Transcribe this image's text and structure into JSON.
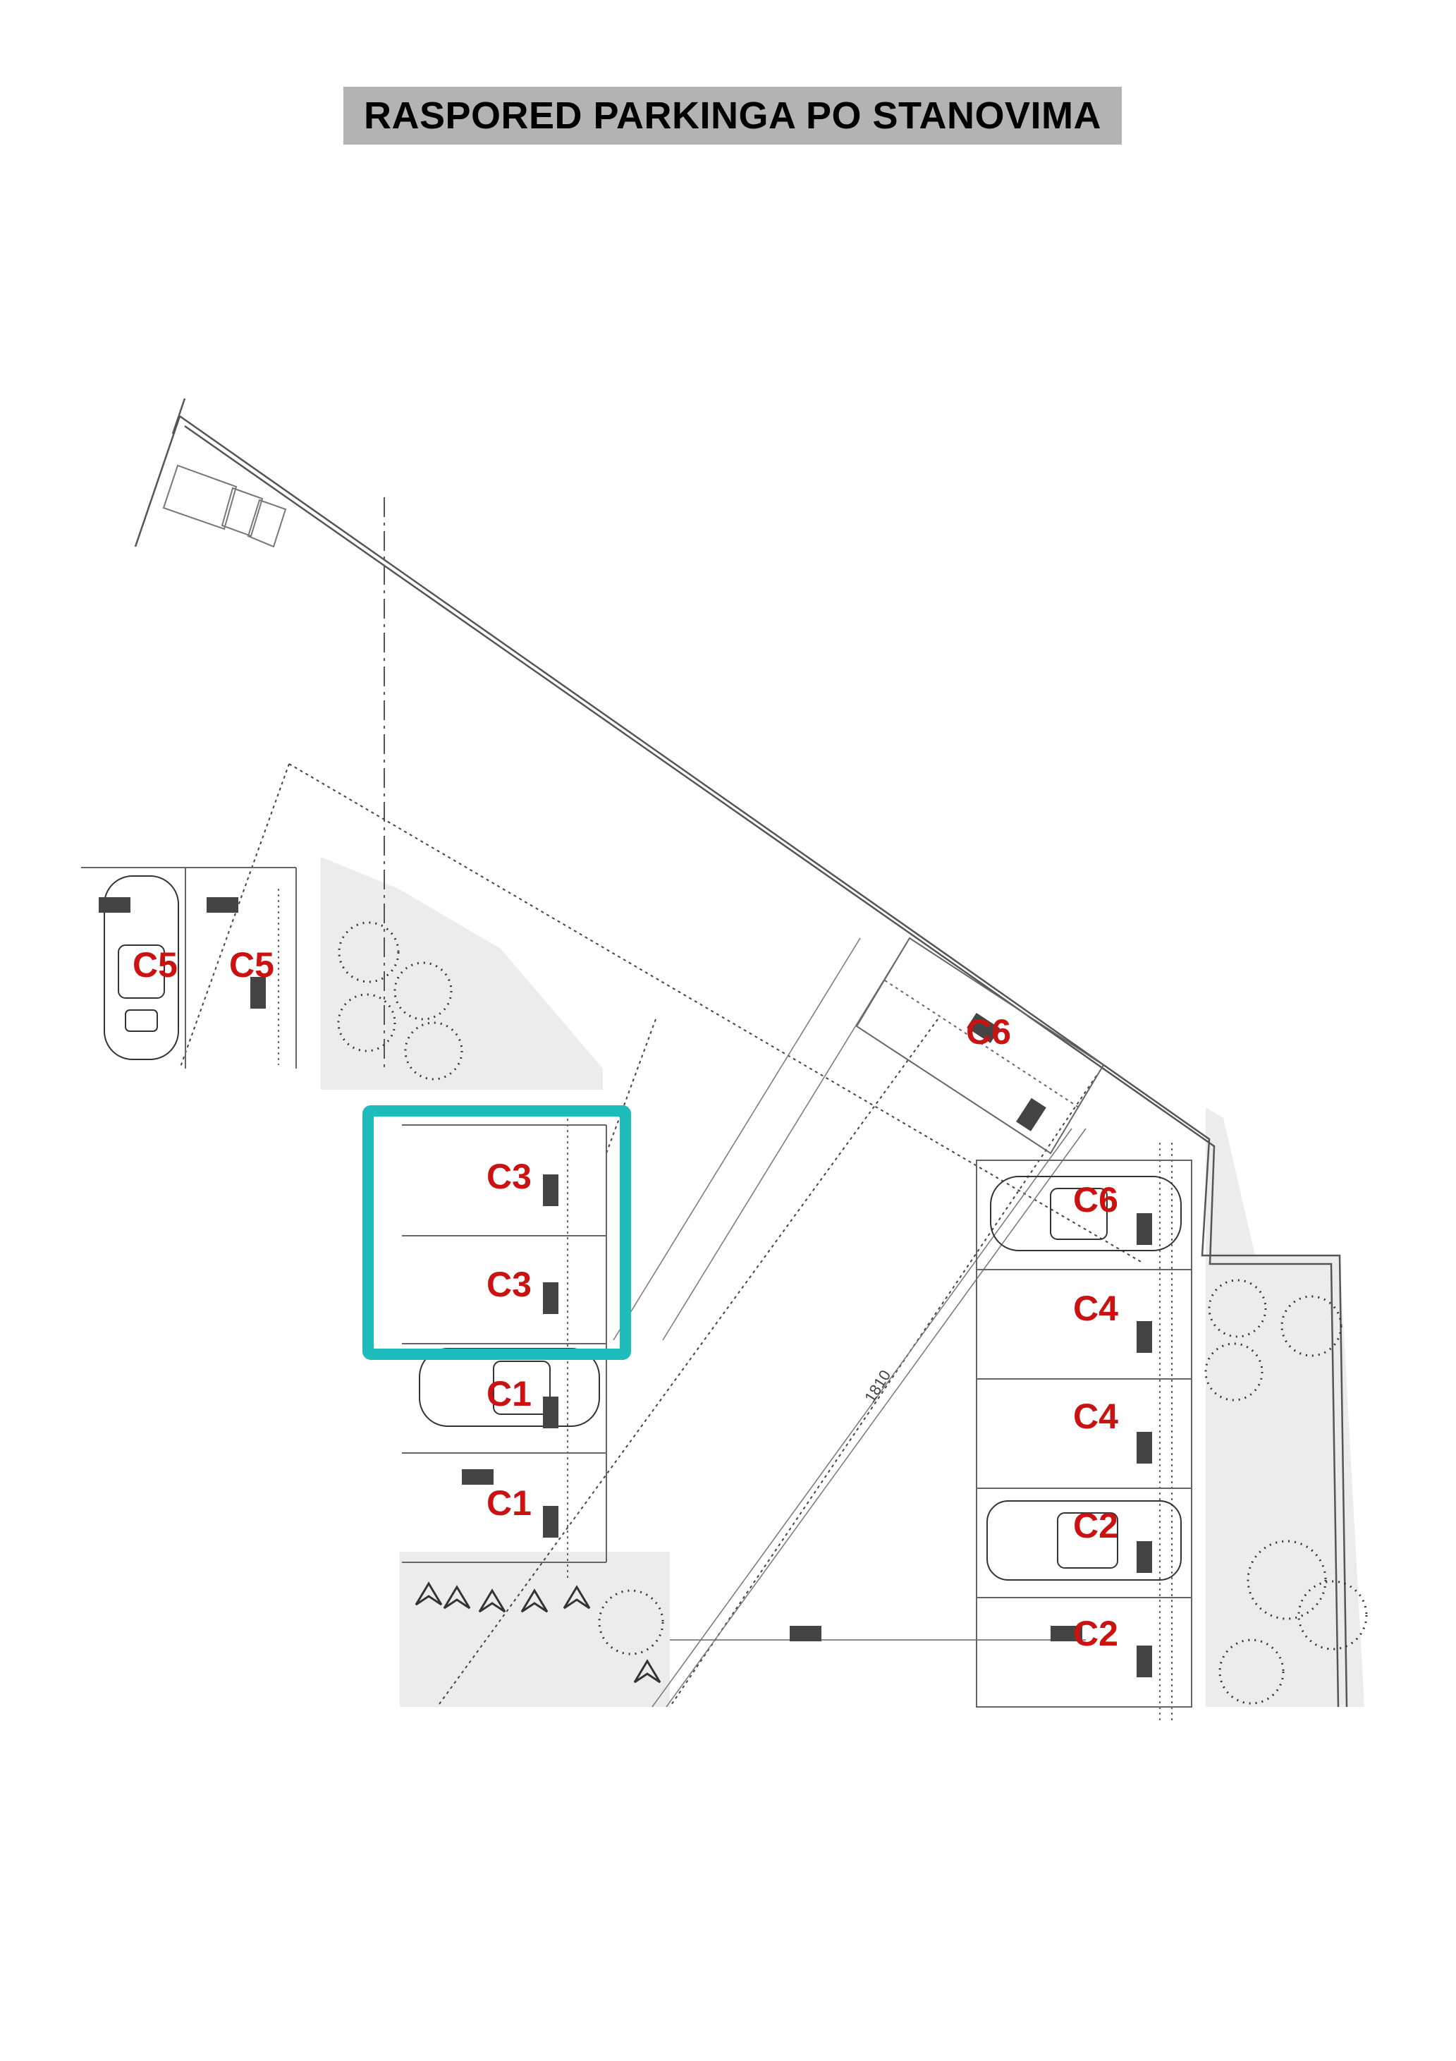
{
  "title": "RASPORED PARKINGA PO STANOVIMA",
  "colors": {
    "label": "#cc1111",
    "highlight": "#1fbcbc",
    "line": "#555555",
    "fill": "#ececec",
    "marker": "#444444"
  },
  "highlighted_spots": [
    "C3"
  ],
  "dimension_label": "1810",
  "spots": {
    "s1": "C5",
    "s2": "C5",
    "s3": "C6",
    "s4": "C3",
    "s5": "C3",
    "s6": "C1",
    "s7": "C1",
    "s8": "C6",
    "s9": "C4",
    "s10": "C4",
    "s11": "C2",
    "s12": "C2"
  }
}
